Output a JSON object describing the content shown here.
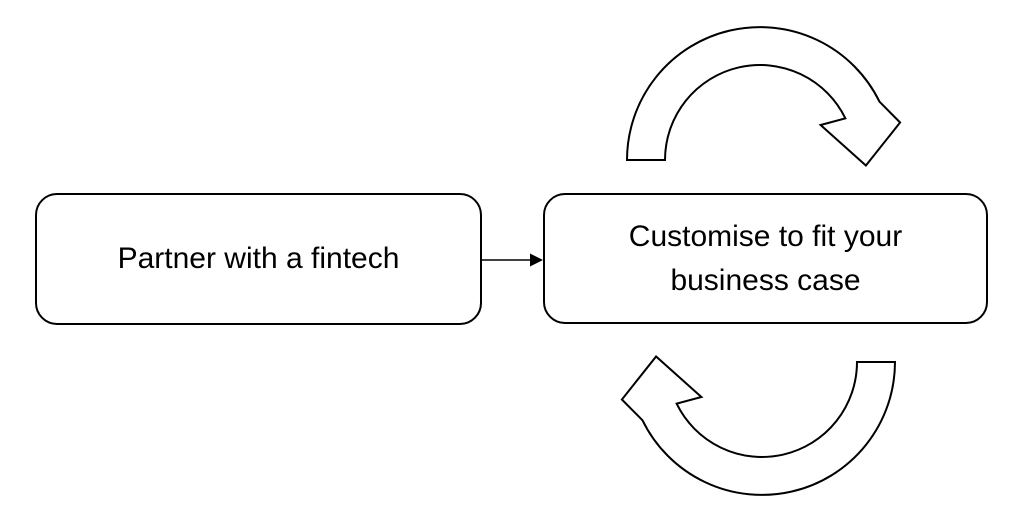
{
  "diagram": {
    "background_color": "#ffffff",
    "stroke_color": "#000000",
    "text_color": "#000000",
    "nodes": [
      {
        "id": "partner-with-a-fintech",
        "label": "Partner with a fintech"
      },
      {
        "id": "customise-to-fit-your-business-case",
        "label": "Customise to fit your business case"
      }
    ],
    "connectors": [
      {
        "from": "partner-with-a-fintech",
        "to": "customise-to-fit-your-business-case",
        "icon": "arrow-right-icon"
      }
    ],
    "cycle_arrows": [
      {
        "position": "top",
        "icon": "curved-clockwise-arrow-icon",
        "direction": "over-top-toward-right"
      },
      {
        "position": "bottom",
        "icon": "curved-clockwise-arrow-icon",
        "direction": "under-bottom-toward-left"
      }
    ]
  }
}
